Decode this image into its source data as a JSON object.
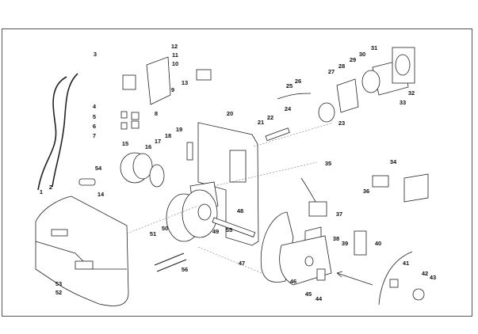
{
  "diagram": {
    "type": "exploded parts view",
    "part_numbers": [
      "1",
      "2",
      "3",
      "4",
      "5",
      "6",
      "7",
      "8",
      "9",
      "10",
      "11",
      "12",
      "13",
      "14",
      "15",
      "16",
      "17",
      "18",
      "19",
      "20",
      "21",
      "22",
      "23",
      "24",
      "25",
      "26",
      "27",
      "28",
      "29",
      "30",
      "31",
      "32",
      "33",
      "34",
      "35",
      "36",
      "37",
      "38",
      "39",
      "40",
      "41",
      "42",
      "43",
      "44",
      "45",
      "46",
      "47",
      "48",
      "49",
      "50",
      "51",
      "52",
      "53",
      "54",
      "55",
      "56"
    ]
  }
}
